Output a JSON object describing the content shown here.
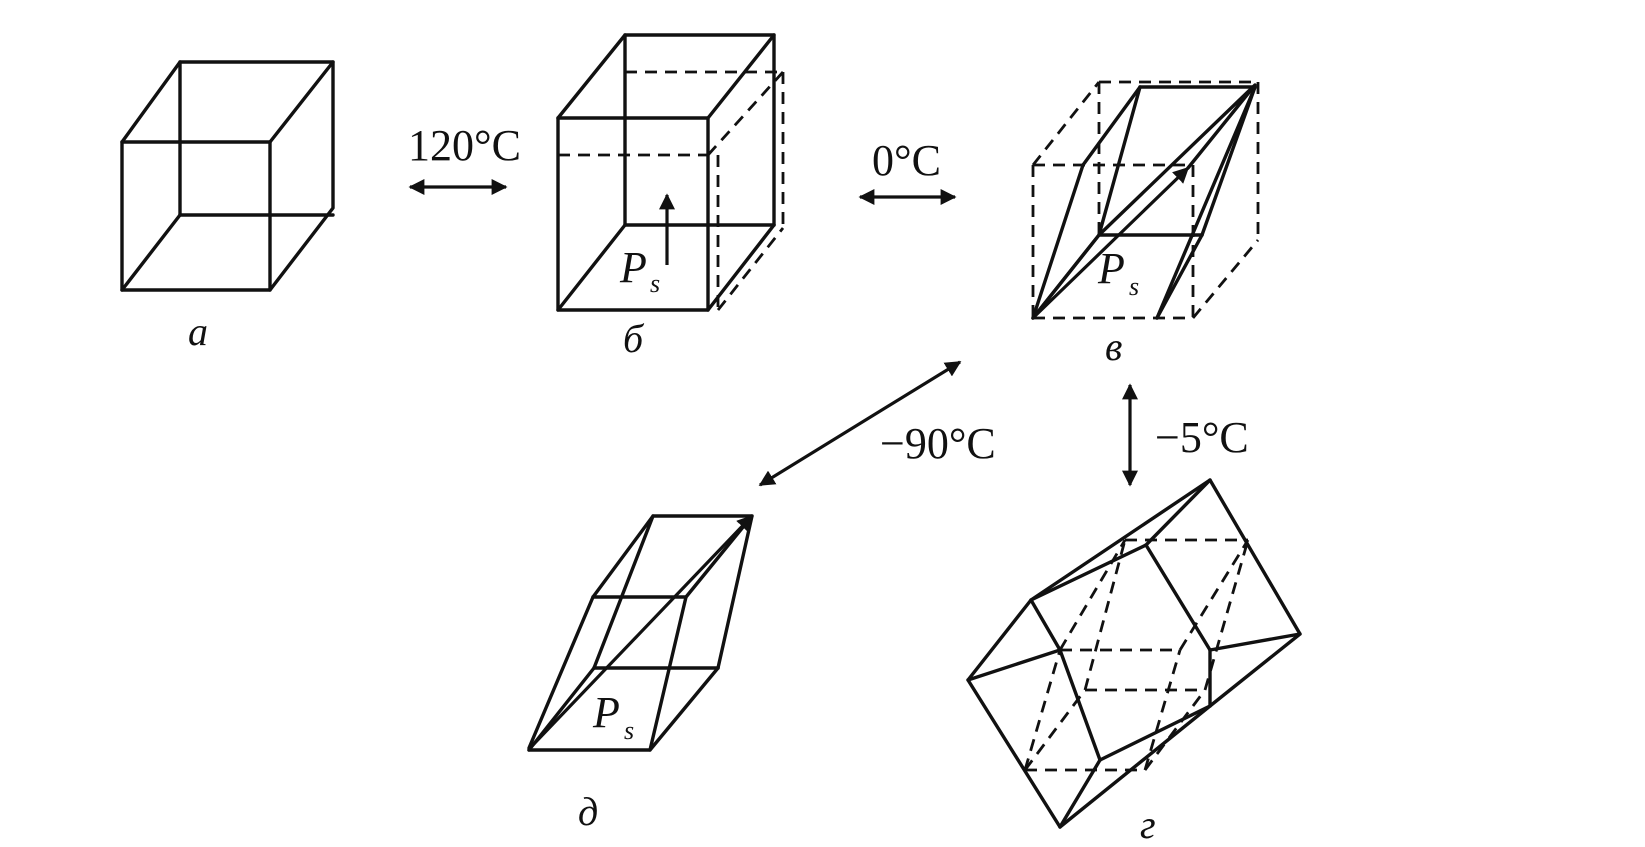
{
  "panels": {
    "a": {
      "label": "а"
    },
    "b": {
      "label": "б",
      "vector_symbol": "P",
      "vector_subscript": "s"
    },
    "v": {
      "label": "в",
      "vector_symbol": "P",
      "vector_subscript": "s"
    },
    "g": {
      "label": "г"
    },
    "d": {
      "label": "д",
      "vector_symbol": "P",
      "vector_subscript": "s"
    }
  },
  "transitions": {
    "a_b": "120°C",
    "b_v": "0°C",
    "v_g": "−5°C",
    "v_d": "−90°C"
  }
}
